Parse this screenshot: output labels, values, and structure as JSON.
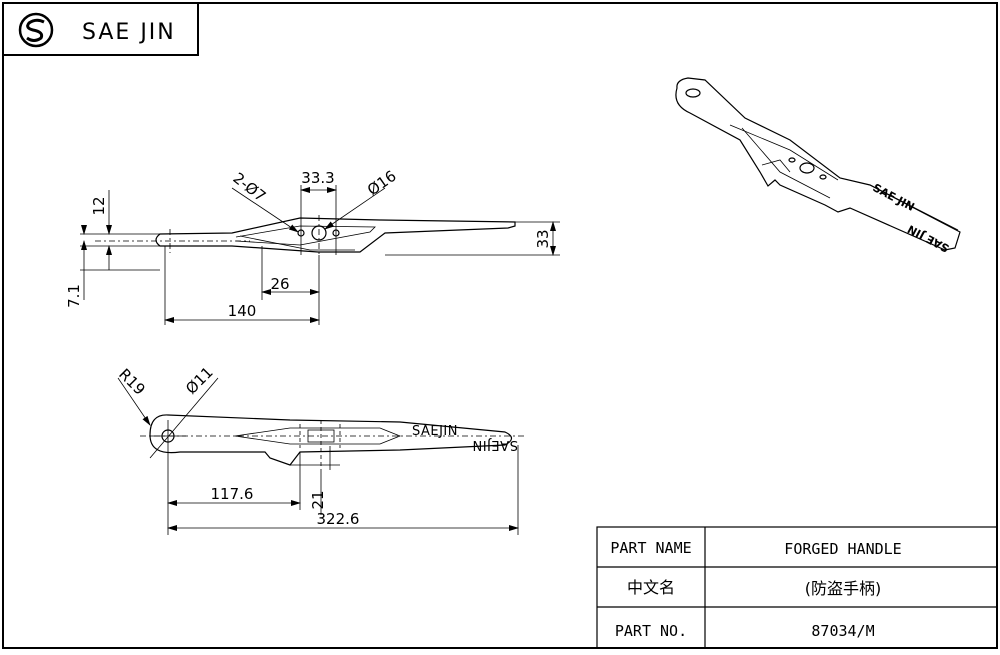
{
  "header": {
    "company": "SAE JIN",
    "logo": "sae-jin-logo"
  },
  "dimensions": {
    "d12": "12",
    "d7_1": "7.1",
    "d2_phi7": "2-Ø7",
    "d33_3": "33.3",
    "d_phi16": "Ø16",
    "d33": "33",
    "d26": "26",
    "d140": "140",
    "d_r19": "R19",
    "d_phi11": "Ø11",
    "d117_6": "117.6",
    "d21": "21",
    "d322_6": "322.6"
  },
  "engraving": {
    "text": "SAEJIN",
    "mirrored": "SAEJIN"
  },
  "title_block": {
    "rows": [
      {
        "label": "PART NAME",
        "value": "FORGED HANDLE"
      },
      {
        "label": "中文名",
        "value": "(防盗手柄)"
      },
      {
        "label": "PART NO.",
        "value": "87034/M"
      }
    ]
  }
}
